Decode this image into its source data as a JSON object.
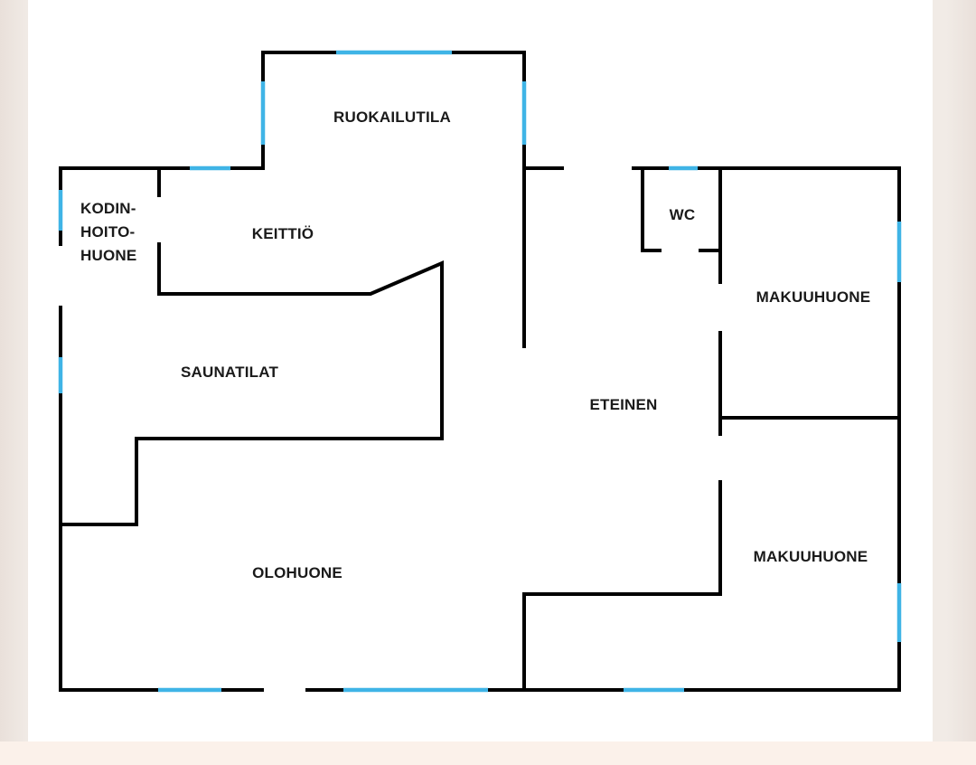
{
  "colors": {
    "wall": "#000000",
    "window": "#3fb4e6",
    "paper": "#ffffff",
    "background": "#efe7e2"
  },
  "rooms": {
    "ruokailutila": "RUOKAILUTILA",
    "kodinhoitohuone_line1": "KODIN-",
    "kodinhoitohuone_line2": "HOITO-",
    "kodinhoitohuone_line3": "HUONE",
    "keittio": "KEITTIÖ",
    "wc": "WC",
    "makuuhuone_1": "MAKUUHUONE",
    "saunatilat": "SAUNATILAT",
    "eteinen": "ETEINEN",
    "olohuone": "OLOHUONE",
    "makuuhuone_2": "MAKUUHUONE"
  }
}
